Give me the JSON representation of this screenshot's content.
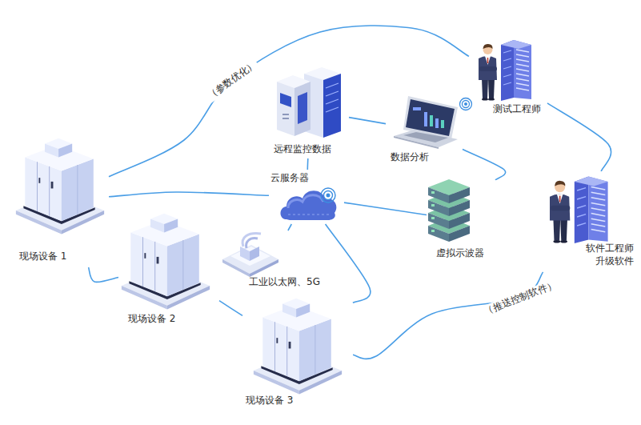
{
  "diagram": {
    "nodes": [
      {
        "text": [
          "现场设备 1"
        ]
      },
      {
        "text": [
          "现场设备 2"
        ]
      },
      {
        "text": [
          "现场设备 3"
        ]
      },
      {
        "text": [
          "工业以太网、5G"
        ]
      },
      {
        "text": [
          "云服务器"
        ]
      },
      {
        "text": [
          "远程监控数据"
        ]
      },
      {
        "text": [
          "数据分析"
        ]
      },
      {
        "text": [
          "虚拟示波器"
        ]
      },
      {
        "text": [
          "测试工程师"
        ]
      },
      {
        "text": [
          "软件工程师 升级软件"
        ]
      }
    ],
    "edges": [
      {
        "from": 0,
        "to": 1,
        "arrow": "none"
      },
      {
        "from": 1,
        "to": 2,
        "arrow": "none"
      },
      {
        "from": 0,
        "to": 4,
        "arrow": "none"
      },
      {
        "from": 3,
        "to": 4,
        "arrow": "none"
      },
      {
        "from": 2,
        "to": 4,
        "arrow": "none"
      },
      {
        "from": 4,
        "to": 5,
        "arrow": "none"
      },
      {
        "from": 4,
        "to": 7,
        "arrow": "none"
      },
      {
        "from": 5,
        "to": 6,
        "arrow": "none"
      },
      {
        "from": 6,
        "to": 7,
        "arrow": "none"
      },
      {
        "from": 6,
        "to": 8,
        "arrow": "none"
      },
      {
        "from": 8,
        "to": 9,
        "arrow": "none"
      },
      {
        "from": 0,
        "to": 8,
        "label": "（参数优化）",
        "arrow": "none"
      },
      {
        "from": 9,
        "to": 2,
        "label": "（推送控制软件）",
        "arrow": "none"
      }
    ]
  }
}
